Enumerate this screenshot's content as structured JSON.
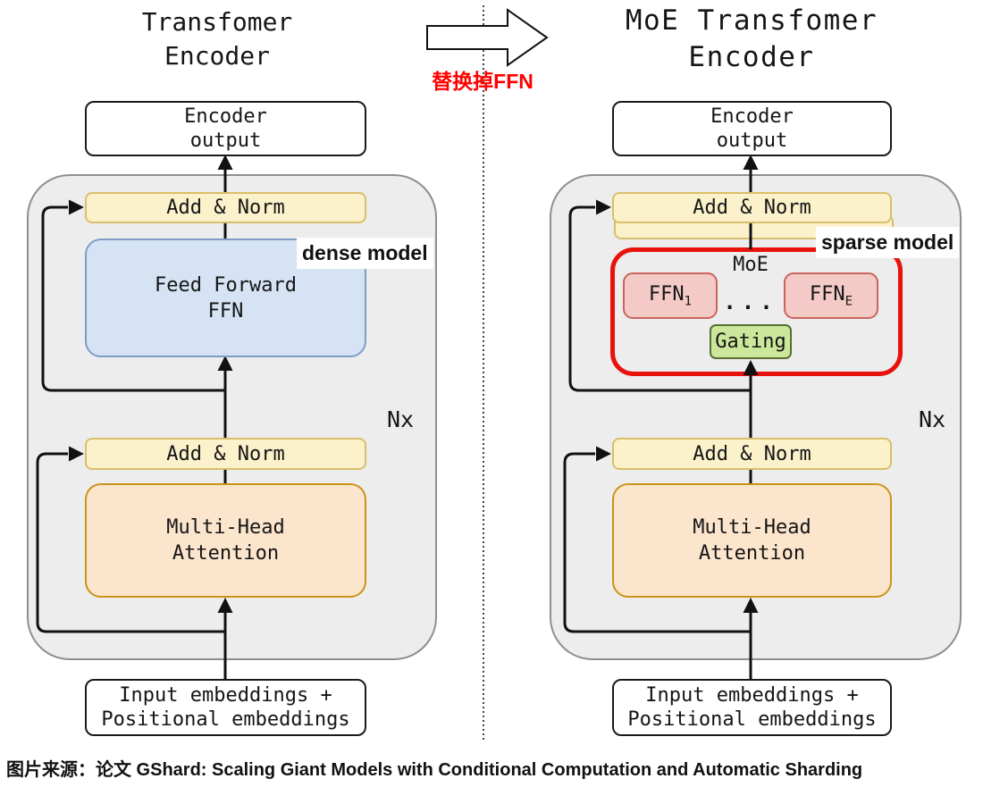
{
  "left": {
    "title_line1": "Transfomer",
    "title_line2": "Encoder",
    "encoder_output_line1": "Encoder",
    "encoder_output_line2": "output",
    "add_norm_top": "Add & Norm",
    "ffn_line1": "Feed Forward",
    "ffn_line2": "FFN",
    "dense_label": "dense model",
    "nx_label": "Nx",
    "add_norm_bottom": "Add & Norm",
    "mha_line1": "Multi-Head",
    "mha_line2": "Attention",
    "input_line1": "Input embeddings +",
    "input_line2": "Positional embeddings"
  },
  "right": {
    "title_line1": "MoE Transfomer",
    "title_line2": "Encoder",
    "encoder_output_line1": "Encoder",
    "encoder_output_line2": "output",
    "add_norm_top": "Add & Norm",
    "sparse_label": "sparse model",
    "moe_label": "MoE",
    "expert1_label": "FFN",
    "expert1_sub": "1",
    "dots": "...",
    "expertE_label": "FFN",
    "expertE_sub": "E",
    "gating_label": "Gating",
    "nx_label": "Nx",
    "add_norm_bottom": "Add & Norm",
    "mha_line1": "Multi-Head",
    "mha_line2": "Attention",
    "input_line1": "Input embeddings +",
    "input_line2": "Positional embeddings"
  },
  "middle": {
    "note": "替换掉FFN"
  },
  "caption": {
    "text": "图片来源：论文 GShard: Scaling Giant Models with Conditional Computation and Automatic Sharding"
  },
  "colors": {
    "container_fill": "#ededed",
    "container_border": "#8f8f8f",
    "add_norm_fill": "#fbf1ca",
    "add_norm_border": "#d9bf6b",
    "ffn_fill": "#d5e3f5",
    "ffn_border": "#7d9dc8",
    "mha_fill": "#fce5cd",
    "mha_border": "#c99417",
    "expert_fill": "#f4cac6",
    "expert_border": "#c9655c",
    "gating_fill": "#cbe79b",
    "gating_border": "#5a6e33",
    "moe_outline_red": "#e8120c",
    "note_red": "#ff0000",
    "line_color": "#111111"
  }
}
